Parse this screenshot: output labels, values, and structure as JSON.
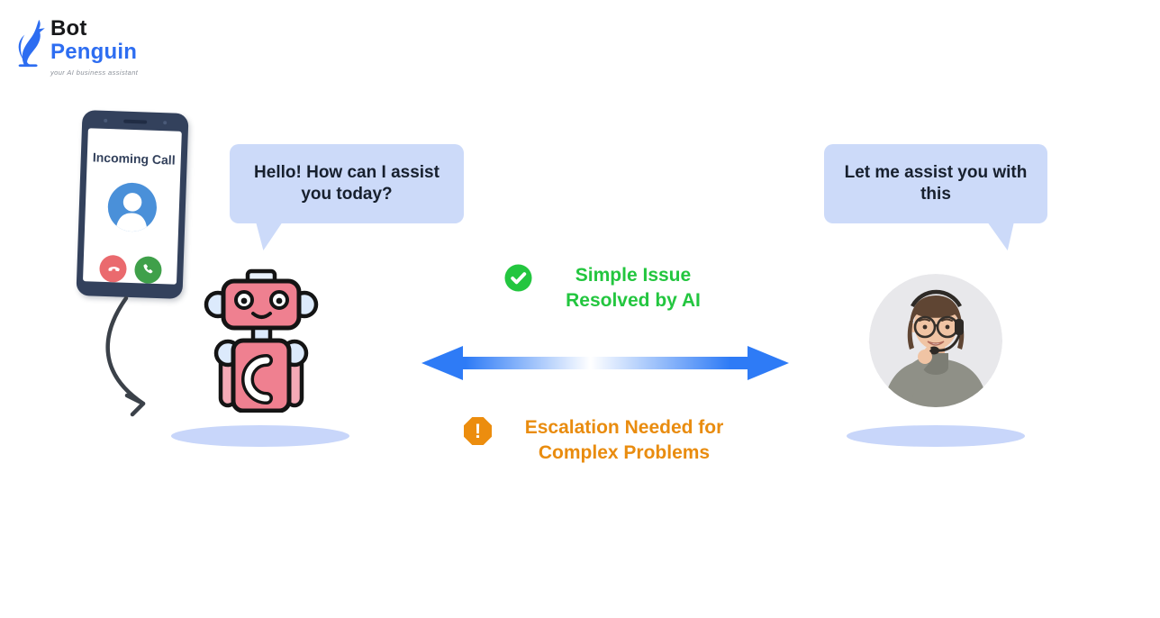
{
  "logo": {
    "bot": "Bot",
    "penguin": "Penguin",
    "tagline": "your AI business assistant",
    "icon": "penguin-icon",
    "colors": {
      "bot_text": "#17181a",
      "penguin_text": "#2d6df1",
      "tagline_text": "#8b9099",
      "mark": "#2d6df1"
    }
  },
  "phone": {
    "incoming_label": "Incoming Call",
    "icons": [
      "caller-avatar-icon",
      "decline-call-icon",
      "accept-call-icon"
    ],
    "colors": {
      "body": "#33415c",
      "avatar": "#4a90d9",
      "decline": "#ea6a6e",
      "accept": "#3fa04a"
    }
  },
  "bubbles": {
    "bot_message": "Hello! How can I assist you today?",
    "agent_message": "Let me assist you with this",
    "color": "#ccdaf9",
    "text_color": "#17202e"
  },
  "outcomes": {
    "resolved": {
      "label": "Simple Issue Resolved by AI",
      "icon": "check-circle-icon",
      "color": "#23c63f"
    },
    "escalation": {
      "label": "Escalation Needed for Complex Problems",
      "icon": "warning-octagon-icon",
      "glyph": "!",
      "color": "#e98c0f"
    }
  },
  "figures": {
    "robot": "ai-phone-bot-illustration",
    "agent": "support-agent-photo",
    "handoff_arrow": "bidirectional-arrow",
    "flow_arrow": "curved-arrow-phone-to-bot",
    "arrow_color": "#2e7bf6",
    "shadow_color": "#c8d6fa"
  }
}
